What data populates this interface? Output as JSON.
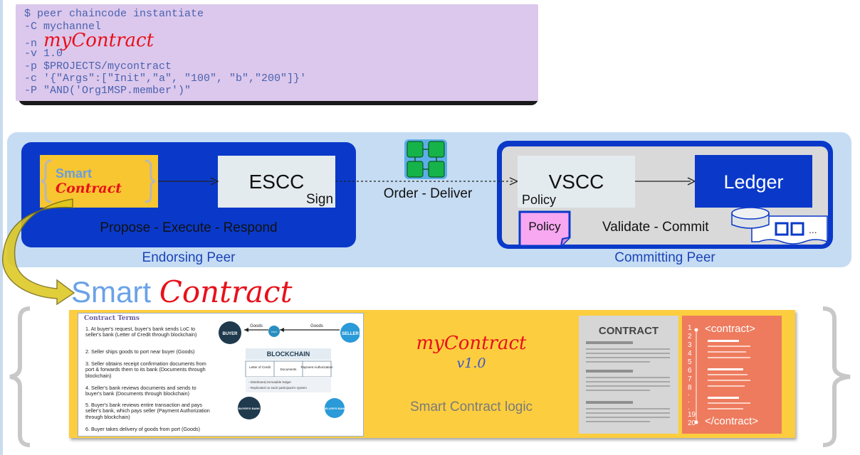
{
  "command": {
    "lines": [
      {
        "prefix": "$ peer chaincode instantiate",
        "highlight": ""
      },
      {
        "prefix": "-C mychannel",
        "highlight": ""
      },
      {
        "prefix": "-n ",
        "highlight": "myContract"
      },
      {
        "prefix": "-v 1.0",
        "highlight": ""
      },
      {
        "prefix": "-p $PROJECTS/mycontract",
        "highlight": ""
      },
      {
        "prefix": "-c '{\"Args\":[\"Init\",\"a\", \"100\", \"b\",\"200\"]}'",
        "highlight": ""
      },
      {
        "prefix": "-P \"AND('Org1MSP.member')\"",
        "highlight": ""
      }
    ]
  },
  "endorsing": {
    "smart": "Smart",
    "contract": "Contract",
    "escc": "ESCC",
    "sign": "Sign",
    "flow": "Propose - Execute - Respond",
    "label": "Endorsing Peer"
  },
  "orderer": {
    "label": "Order - Deliver"
  },
  "committing": {
    "vscc": "VSCC",
    "vscc_policy": "Policy",
    "policy_doc": "Policy",
    "flow": "Validate - Commit",
    "ledger": "Ledger",
    "label": "Committing Peer",
    "chain_dots": "..."
  },
  "smart_contract": {
    "smart": "Smart",
    "contract": "Contract"
  },
  "contract_terms": {
    "title": "Contract Terms",
    "items": [
      "At buyer's request, buyer's bank sends LoC to seller's bank (Letter of Credit through blockchain)",
      "Seller ships goods to port near buyer (Goods)",
      "Seller obtains receipt confirmation documents from port & forwards them to its bank (Documents through blockchain)",
      "Seller's bank reviews documents and sends to buyer's bank (Documents through blockchain)",
      "Buyer's bank reviews entire transaction and pays seller's bank, which pays seller (Payment Authorization through blockchain)",
      "Buyer takes delivery of goods from port (Goods)"
    ],
    "numbers": [
      "1.",
      "2.",
      "3.",
      "4.",
      "5.",
      "6."
    ],
    "diagram": {
      "buyer": "BUYER",
      "seller": "SELLER",
      "port": "PORT",
      "goods": "Goods",
      "blockchain": "BLOCKCHAIN",
      "col1": "Letter of Credit",
      "col2": "Documents",
      "col3": "Payment Authorization",
      "note1": "- Distributed,immutable ledger",
      "note2": "- Replicated on each participant's system",
      "buyer_bank": "BUYER'S BANK",
      "seller_bank": "SELLER'S BANK"
    }
  },
  "contract_meta": {
    "name": "myContract",
    "version": "v1.0",
    "logic": "Smart Contract logic"
  },
  "contract_doc": {
    "title": "CONTRACT"
  },
  "contract_code": {
    "open": "<contract>",
    "close": "</contract>",
    "line_numbers": [
      "1",
      "2",
      "3",
      "4",
      "5",
      "6",
      "7",
      "8",
      ".",
      ".",
      ".",
      "19",
      "20"
    ]
  },
  "colors": {
    "blue": "#0a39c9",
    "panel": "#c5dcf3",
    "yellow": "#f8c630",
    "red": "#e8101a",
    "code_bg": "#dcc8ec"
  }
}
